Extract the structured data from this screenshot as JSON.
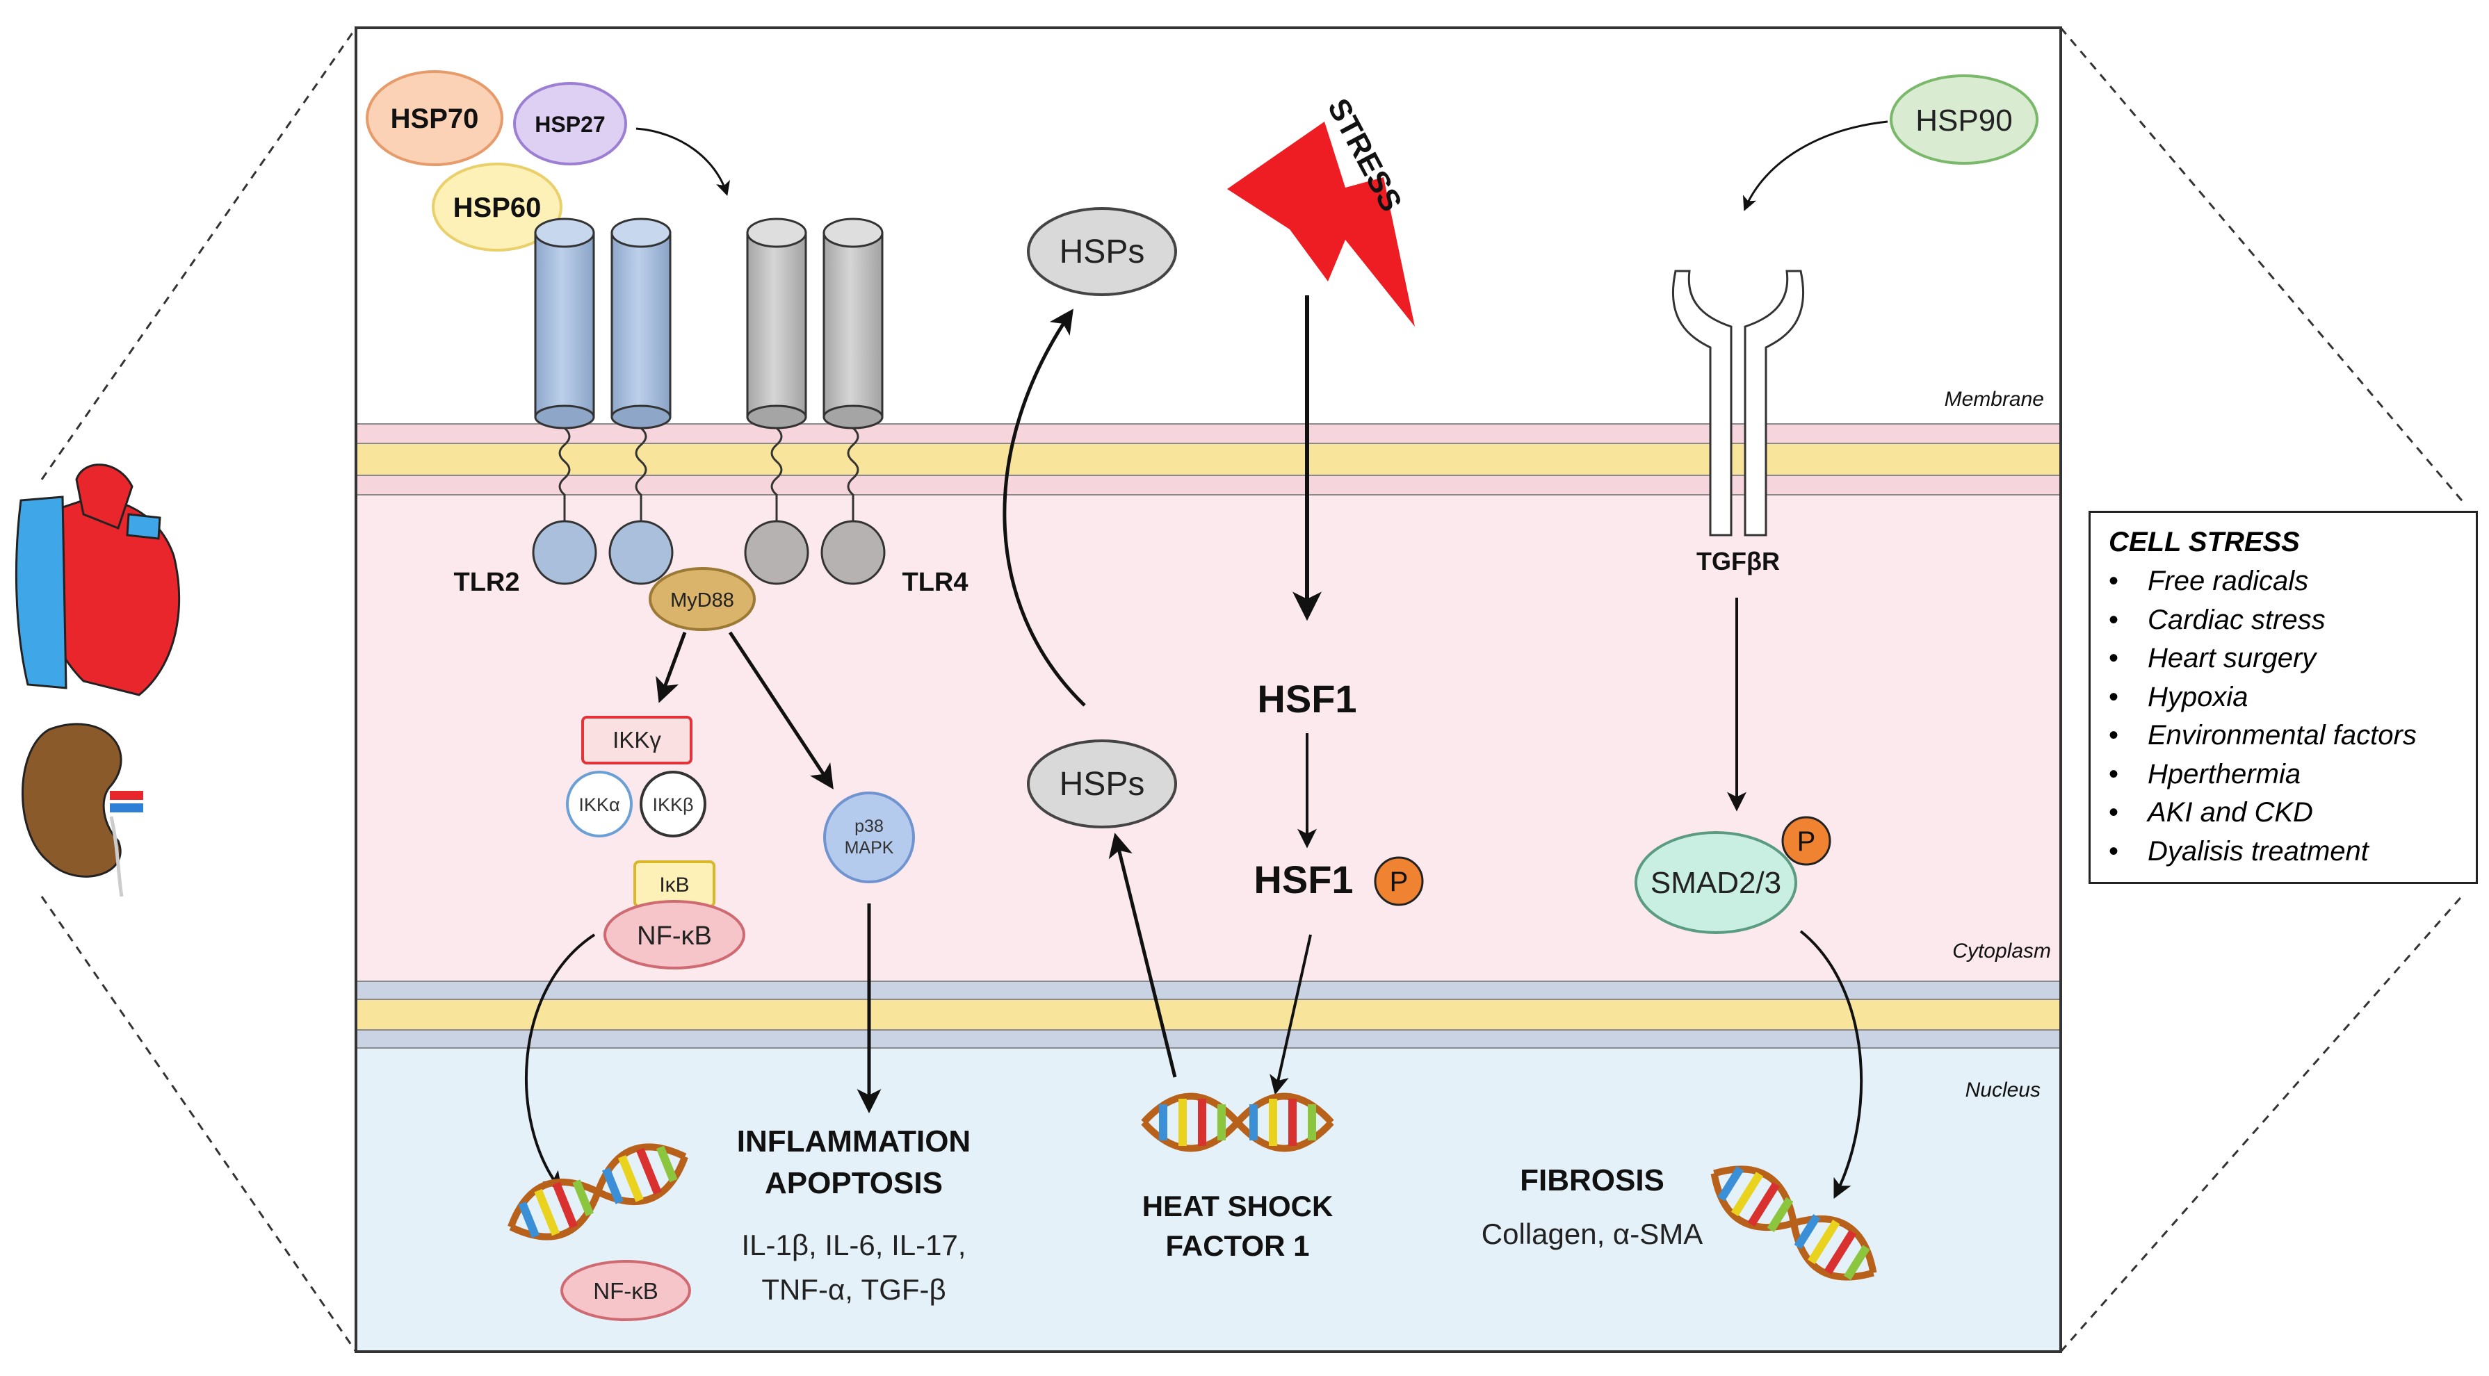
{
  "hsps_left": [
    "HSP70",
    "HSP27",
    "HSP60"
  ],
  "hsp90": "HSP90",
  "receptors": {
    "tlr2": "TLR2",
    "tlr4": "TLR4",
    "tgfbr": "TGFβR"
  },
  "adaptor": "MyD88",
  "ikk": {
    "gamma": "IKKγ",
    "alpha": "IKKα",
    "beta": "IKKβ"
  },
  "ikb": "IκB",
  "nfkb": "NF-κB",
  "nfkb_dna": "NF-κB",
  "p38": {
    "line1": "p38",
    "line2": "MAPK"
  },
  "hsps_top": "HSPs",
  "hsps_mid": "HSPs",
  "stress": "STRESS",
  "hsf1": "HSF1",
  "hsf1_p": "HSF1",
  "phospho": "P",
  "smad": "SMAD2/3",
  "regions": {
    "membrane": "Membrane",
    "cytoplasm": "Cytoplasm",
    "nucleus": "Nucleus"
  },
  "outcomes": {
    "inflammation": "INFLAMMATION",
    "apoptosis": "APOPTOSIS",
    "cytokines_1": "IL-1β, IL-6, IL-17,",
    "cytokines_2": "TNF-α, TGF-β",
    "hsf_line1": "HEAT SHOCK",
    "hsf_line2": "FACTOR 1",
    "fibrosis": "FIBROSIS",
    "fibrosis_markers": "Collagen, α-SMA"
  },
  "cell_stress": {
    "title": "CELL STRESS",
    "bullet": "•",
    "items": [
      "Free radicals",
      "Cardiac stress",
      "Heart surgery",
      "Hypoxia",
      "Environmental factors",
      "Hperthermia",
      "AKI and CKD",
      "Dyalisis treatment"
    ]
  },
  "colors": {
    "membrane_pink": "#f6d5dc",
    "membrane_yellow": "#f8e59b",
    "cytoplasm": "#fbe9ee",
    "nucleus": "#e4f1f8",
    "tlr2": "#a9bfdb",
    "tlr4": "#c4c4c4",
    "stress": "#ee1d23",
    "phospho": "#f08331",
    "smad": "#c9efe3"
  }
}
